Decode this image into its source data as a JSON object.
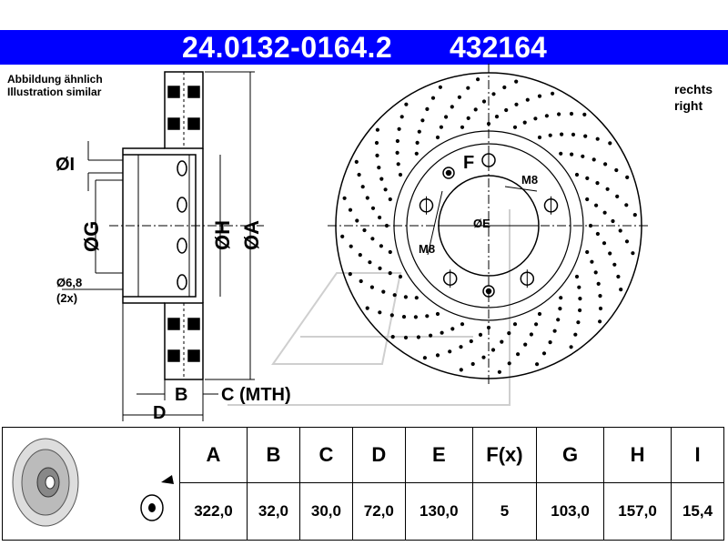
{
  "header": {
    "part_number": "24.0132-0164.2",
    "alt_number": "432164"
  },
  "notes": {
    "line1": "Abbildung ähnlich",
    "line2": "Illustration similar",
    "side1": "rechts",
    "side2": "right"
  },
  "dimension_labels": {
    "I": "ØI",
    "G": "ØG",
    "H": "ØH",
    "A": "ØA",
    "E": "ØE",
    "hole": "Ø6,8",
    "hole_count": "(2x)",
    "F": "F",
    "M8_top": "M8",
    "M8_bottom": "M8",
    "B": "B",
    "C": "C (MTH)",
    "D": "D"
  },
  "table": {
    "headers": [
      "A",
      "B",
      "C",
      "D",
      "E",
      "F(x)",
      "G",
      "H",
      "I"
    ],
    "values": [
      "322,0",
      "32,0",
      "30,0",
      "72,0",
      "130,0",
      "5",
      "103,0",
      "157,0",
      "15,4"
    ]
  },
  "colors": {
    "header": "#0000ff",
    "line": "#000000"
  }
}
